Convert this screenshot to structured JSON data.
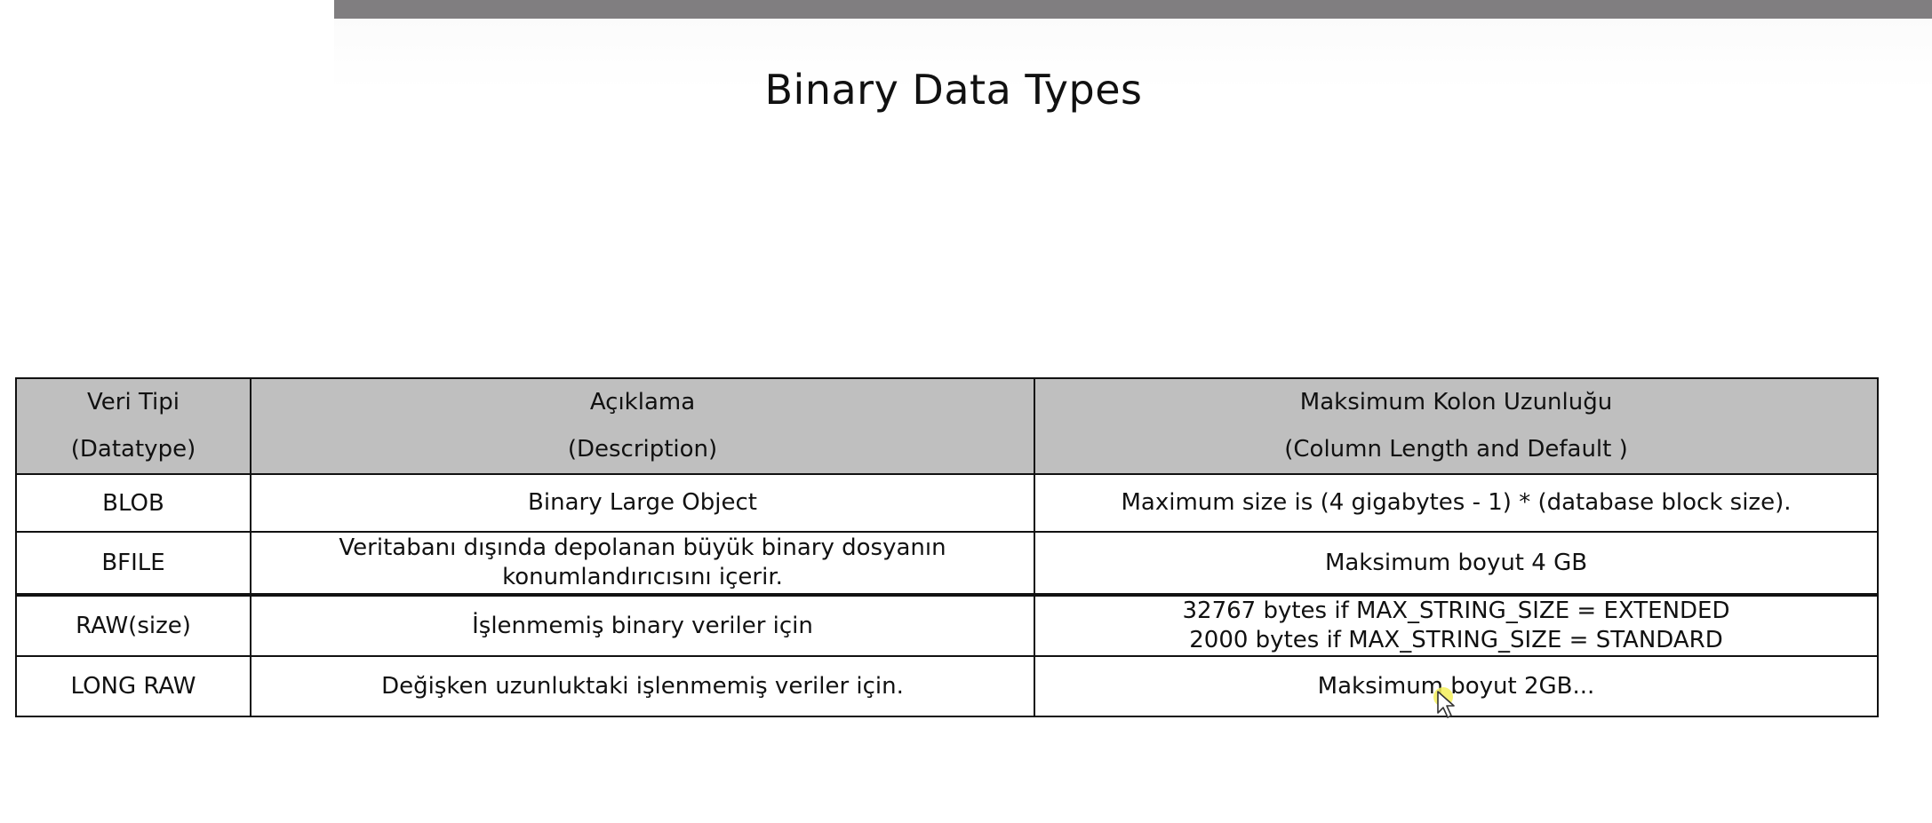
{
  "title": "Binary Data Types",
  "table": {
    "headers": [
      {
        "line1": "Veri Tipi",
        "line2": "(Datatype)"
      },
      {
        "line1": "Açıklama",
        "line2": "(Description)"
      },
      {
        "line1": "Maksimum Kolon Uzunluğu",
        "line2": "(Column Length and Default )"
      }
    ],
    "rows": [
      {
        "datatype": "BLOB",
        "description": [
          "Binary Large Object"
        ],
        "max_length": [
          "Maximum size is (4 gigabytes - 1) * (database block size)."
        ]
      },
      {
        "datatype": "BFILE",
        "description": [
          "Veritabanı dışında depolanan büyük binary dosyanın",
          "konumlandırıcısını içerir."
        ],
        "max_length": [
          "Maksimum boyut 4 GB"
        ]
      },
      {
        "datatype": "RAW(size)",
        "description": [
          "İşlenmemiş binary veriler için"
        ],
        "max_length": [
          "32767 bytes if MAX_STRING_SIZE = EXTENDED",
          "2000 bytes if MAX_STRING_SIZE = STANDARD"
        ]
      },
      {
        "datatype": "LONG RAW",
        "description": [
          "Değişken uzunluktaki işlenmemiş veriler için."
        ],
        "max_length": [
          "Maksimum boyut 2GB..."
        ]
      }
    ]
  },
  "colors": {
    "top_bar": "#807e80",
    "header_bg": "#bfbfbf",
    "cursor_highlight": "#f5f05a"
  },
  "cursor_icon": "pointer-arrow-icon"
}
